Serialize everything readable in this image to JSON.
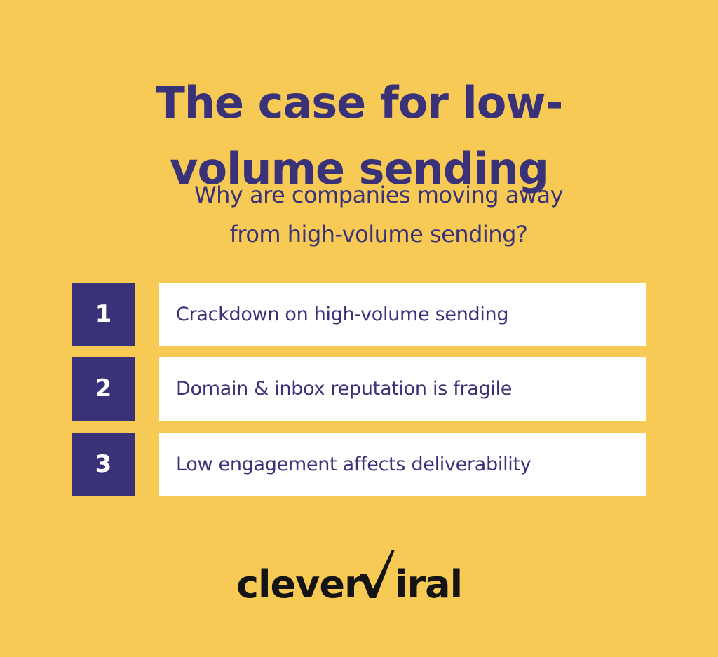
{
  "title": {
    "line1": "The case for low-",
    "line2": "volume sending"
  },
  "subtitle": {
    "line1": "Why are companies moving away",
    "line2": "from high-volume sending?"
  },
  "items": [
    {
      "number": "1",
      "text": "Crackdown on high-volume sending"
    },
    {
      "number": "2",
      "text": "Domain & inbox reputation is fragile"
    },
    {
      "number": "3",
      "text": "Low engagement affects deliverability"
    }
  ],
  "logo": {
    "part1": "clever",
    "part2": "iral",
    "full": "cleverviral"
  },
  "colors": {
    "background": "#f6ca55",
    "primary": "#3a3278",
    "box_text": "#ffffff",
    "card": "#ffffff",
    "logo": "#141414"
  }
}
